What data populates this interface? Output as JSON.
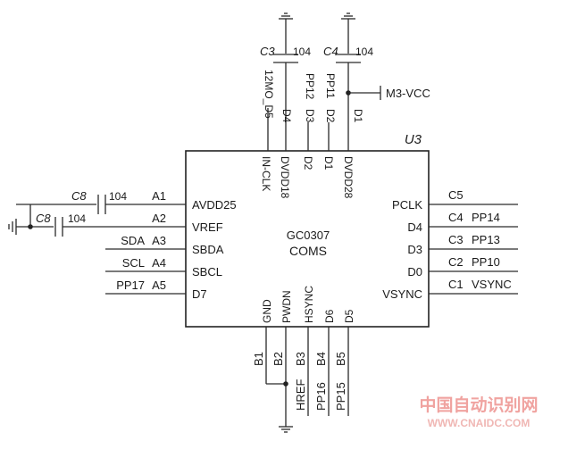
{
  "chip": {
    "ref": "U3",
    "part": "GC0307",
    "type": "COMS"
  },
  "capacitors": [
    {
      "ref": "C3",
      "value": "104"
    },
    {
      "ref": "C4",
      "value": "104"
    },
    {
      "ref": "C8",
      "value": "104"
    },
    {
      "ref": "C8",
      "value": "104"
    }
  ],
  "supply_label": "M3-VCC",
  "top_net_labels": [
    "12MO_D5",
    "D4",
    "PP12",
    "D3",
    "PP11",
    "D2",
    "D1"
  ],
  "top_pins": [
    {
      "num": "D5",
      "name": "IN-CLK"
    },
    {
      "num": "D4",
      "name": "DVDD18"
    },
    {
      "num": "D3",
      "name": "D2"
    },
    {
      "num": "D2",
      "name": "D1"
    },
    {
      "num": "D1",
      "name": "DVDD28"
    }
  ],
  "left_pins": [
    {
      "num": "A1",
      "name": "AVDD25",
      "net": ""
    },
    {
      "num": "A2",
      "name": "VREF",
      "net": ""
    },
    {
      "num": "A3",
      "name": "SBDA",
      "net": "SDA"
    },
    {
      "num": "A4",
      "name": "SBCL",
      "net": "SCL"
    },
    {
      "num": "A5",
      "name": "D7",
      "net": "PP17"
    }
  ],
  "right_pins": [
    {
      "num": "C5",
      "name": "PCLK",
      "net": ""
    },
    {
      "num": "C4",
      "name": "D4",
      "net": "PP14"
    },
    {
      "num": "C3",
      "name": "D3",
      "net": "PP13"
    },
    {
      "num": "C2",
      "name": "D0",
      "net": "PP10"
    },
    {
      "num": "C1",
      "name": "VSYNC",
      "net": "VSYNC"
    }
  ],
  "bottom_pins": [
    {
      "num": "B1",
      "name": "GND",
      "net": ""
    },
    {
      "num": "B2",
      "name": "PWDN",
      "net": ""
    },
    {
      "num": "B3",
      "name": "HSYNC",
      "net": "HREF"
    },
    {
      "num": "B4",
      "name": "D6",
      "net": "PP16"
    },
    {
      "num": "B5",
      "name": "D5",
      "net": "PP15"
    }
  ],
  "watermark": {
    "line1": "中国自动识别网",
    "line2": "WWW.CNAIDC.COM"
  }
}
